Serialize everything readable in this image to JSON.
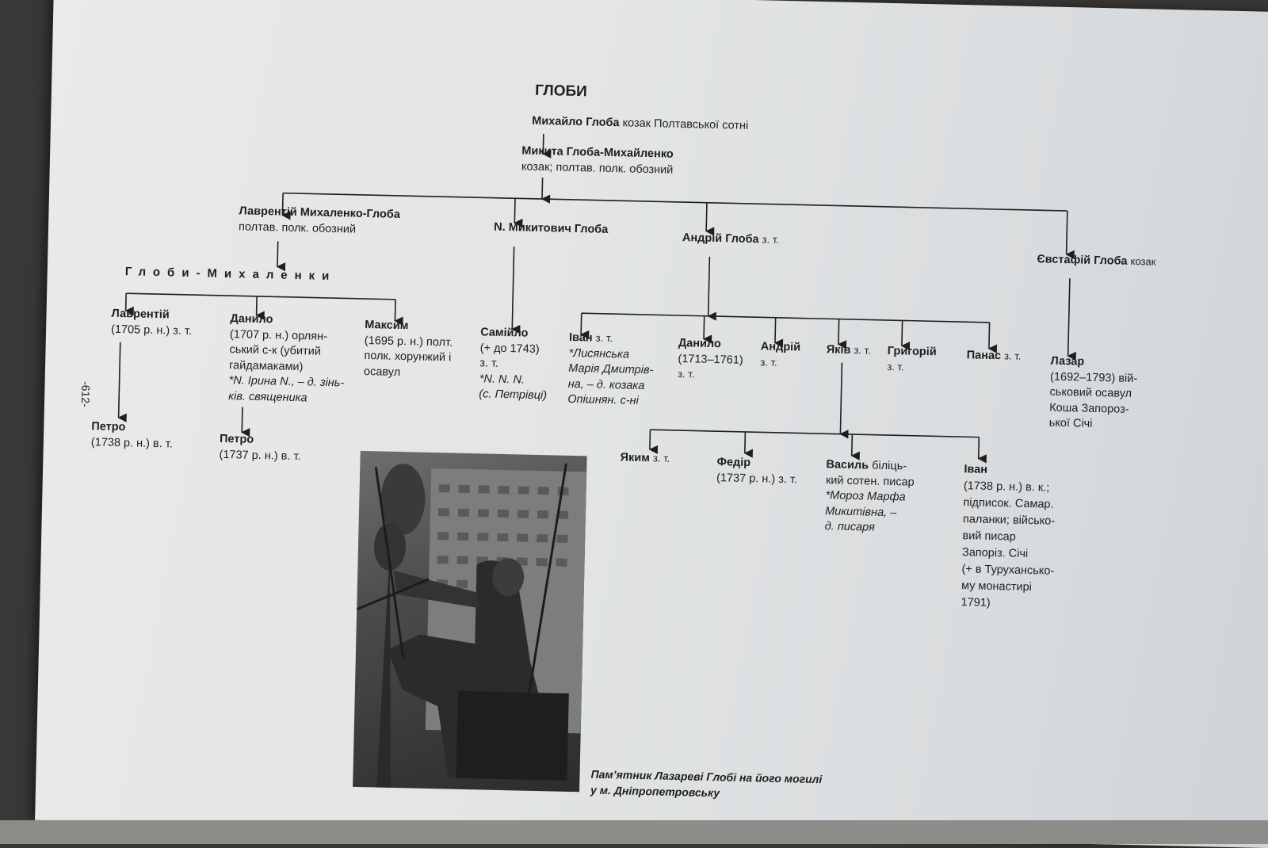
{
  "title": "ГЛОБИ",
  "page_number": "-612-",
  "branch_heading": "Глоби-Михаленки",
  "nodes": {
    "mykhailo": {
      "name": "Михайло Глоба",
      "desc": "козак Полтавської сотні"
    },
    "mykyta": {
      "name": "Микита Глоба-Михайленко",
      "desc": "козак; полтав. полк. обозний"
    },
    "lavrentii": {
      "name": "Лаврентій Михаленко-Глоба",
      "desc": "полтав. полк. обозний"
    },
    "n_mykytovych": {
      "name": "N. Микитович Глоба"
    },
    "andrii": {
      "name": "Андрій Глоба",
      "suffix": "з. т."
    },
    "yevstafii": {
      "name": "Євстафій Глоба",
      "suffix": "козак"
    },
    "lavrentii2": {
      "name": "Лаврентій",
      "l1": "(1705 р. н.) з. т."
    },
    "danylo": {
      "name": "Данило",
      "l1": "(1707 р. н.) орлян-",
      "l2": "ський с-к (убитий",
      "l3": "гайдамаками)",
      "wife1": "*N. Ірина N., – д. зінь-",
      "wife2": "ків. священика"
    },
    "maksym": {
      "name": "Максим",
      "l1": "(1695 р. н.) полт.",
      "l2": "полк. хорунжий і",
      "l3": "осавул"
    },
    "samiilo": {
      "name": "Самійло",
      "l1": "(+ до 1743)",
      "l2": "з. т.",
      "wife1": "*N. N. N.",
      "wife2": "(с. Петрівці)"
    },
    "ivan_a": {
      "name": "Іван",
      "suffix": "з. т.",
      "wife1": "*Лисянська",
      "wife2": "Марія Дмитрів-",
      "wife3": "на, – д. козака",
      "wife4": "Опішнян. с-ні"
    },
    "danylo_a": {
      "name": "Данило",
      "l1": "(1713–1761)",
      "l2": "з. т."
    },
    "andrii_a": {
      "name": "Андрій",
      "l1": "з. т."
    },
    "yakiv": {
      "name": "Яків",
      "suffix": "з. т."
    },
    "hryhorii": {
      "name": "Григорій",
      "l1": "з. т."
    },
    "panas": {
      "name": "Панас",
      "suffix": "з. т."
    },
    "lazar": {
      "name": "Лазар",
      "l1": "(1692–1793) вій-",
      "l2": "ськовий осавул",
      "l3": "Коша Запороз-",
      "l4": "ької Січі"
    },
    "petro1": {
      "name": "Петро",
      "l1": "(1738 р. н.) в. т."
    },
    "petro2": {
      "name": "Петро",
      "l1": "(1737 р. н.) в. т."
    },
    "yakym": {
      "name": "Яким",
      "suffix": "з. т."
    },
    "fedir": {
      "name": "Федір",
      "l1": "(1737 р. н.) з. т."
    },
    "vasyl": {
      "name": "Василь",
      "suffix": "біліць-",
      "l1": "кий сотен. писар",
      "wife1": "*Мороз Марфа",
      "wife2": "Микитівна, –",
      "wife3": "д. писаря"
    },
    "ivan_y": {
      "name": "Іван",
      "l1": "(1738 р. н.) в. к.;",
      "l2": "підписок. Самар.",
      "l3": "паланки; військо-",
      "l4": "вий писар",
      "l5": "Запоріз. Січі",
      "l6": "(+ в Турухансько-",
      "l7": "му монастирі",
      "l8": "1791)"
    }
  },
  "caption": {
    "line1": "Пам’ятник Лазареві Глобі на його могилі",
    "line2": "у м. Дніпропетровську"
  }
}
